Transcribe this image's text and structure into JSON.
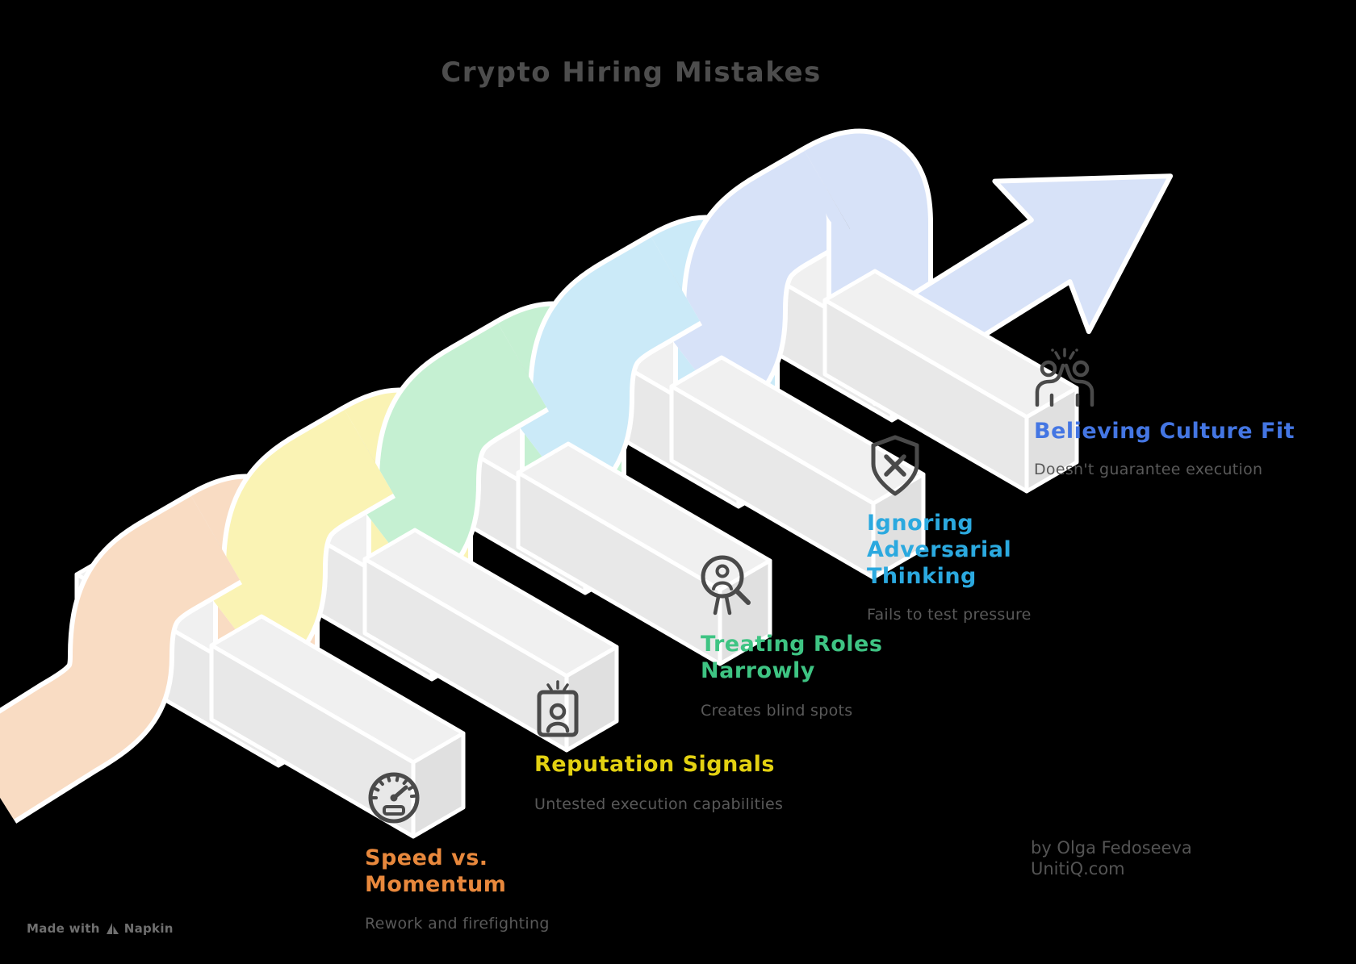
{
  "title": "Crypto Hiring Mistakes",
  "steps": [
    {
      "title": "Speed vs. Momentum",
      "subtitle": "Rework and firefighting",
      "color": "#E8883C",
      "ribbon_color": "#F9DCC3",
      "icon": "speedometer-icon"
    },
    {
      "title": "Reputation Signals",
      "subtitle": "Untested execution capabilities",
      "color": "#E3D111",
      "ribbon_color": "#FAF3B4",
      "icon": "id-badge-icon"
    },
    {
      "title": "Treating Roles Narrowly",
      "subtitle": "Creates blind spots",
      "color": "#3EC483",
      "ribbon_color": "#C5F0D2",
      "icon": "magnifier-person-icon"
    },
    {
      "title": "Ignoring Adversarial Thinking",
      "subtitle": "Fails to test pressure",
      "color": "#2BA9DF",
      "ribbon_color": "#CBEAF8",
      "icon": "shield-x-icon"
    },
    {
      "title": "Believing Culture Fit",
      "subtitle": "Doesn't guarantee execution",
      "color": "#4476E3",
      "ribbon_color": "#D7E2F8",
      "icon": "high-five-icon"
    }
  ],
  "credit": {
    "line1": "by Olga Fedoseeva",
    "line2": "UnitiQ.com"
  },
  "footer": {
    "made_with": "Made with",
    "brand": "Napkin",
    "logo": "napkin-logo-icon"
  },
  "theme": {
    "background": "#000000",
    "bar_top": "#F0F0F0",
    "bar_front": "#E8E8E8",
    "bar_end": "#E0E0E0",
    "outline": "#FFFFFF",
    "arrow_color": "#D7E2F8",
    "icon_stroke": "#4A4A4A",
    "subtitle_gray": "#595959",
    "title_gray": "#4D4D4D"
  }
}
